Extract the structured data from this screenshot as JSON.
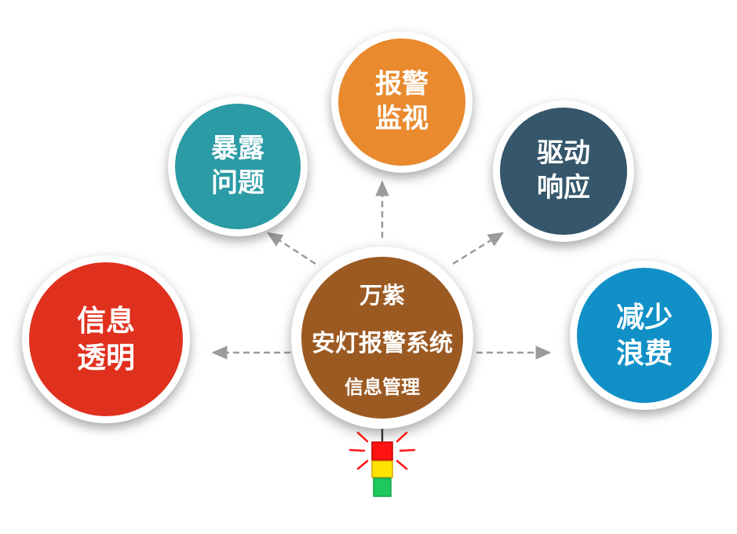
{
  "center": {
    "line1": "万紫",
    "line2": "安灯报警系统",
    "line3": "信息管理",
    "color": "#9C5A23"
  },
  "nodes": [
    {
      "id": "info-transparency",
      "line1": "信息",
      "line2": "透明",
      "color": "#E0301E"
    },
    {
      "id": "expose-problems",
      "line1": "暴露",
      "line2": "问题",
      "color": "#2B9BA5"
    },
    {
      "id": "alarm-monitoring",
      "line1": "报警",
      "line2": "监视",
      "color": "#E98A2E"
    },
    {
      "id": "drive-response",
      "line1": "驱动",
      "line2": "响应",
      "color": "#35566B"
    },
    {
      "id": "reduce-waste",
      "line1": "减少",
      "line2": "浪费",
      "color": "#1090C7"
    }
  ],
  "arrow_color": "#9B9B9B",
  "andon": {
    "red": "#FF1414",
    "yellow": "#FFE300",
    "green": "#1DC95B"
  }
}
